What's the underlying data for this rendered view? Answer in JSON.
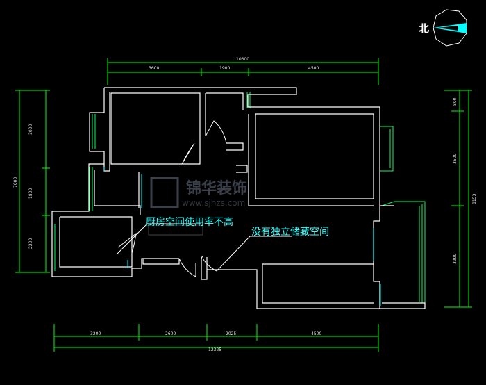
{
  "compass": {
    "label": "北",
    "icon": "north-arrow-icon"
  },
  "dimensions": {
    "top_total": "10300",
    "top_segments": [
      "3600",
      "1900",
      "4500"
    ],
    "bottom_segments": [
      "3200",
      "2600",
      "2025",
      "4500"
    ],
    "bottom_total": "12325",
    "left_total": "7000",
    "left_segments": [
      "3000",
      "1800",
      "2200"
    ],
    "right_total": "8153",
    "right_segments": [
      "800",
      "3600",
      "3900"
    ]
  },
  "annotations": {
    "kitchen_note": "厨房空间使用率不高",
    "storage_note": "没有独立储藏空间"
  },
  "watermark": {
    "text": "锦华装饰",
    "url": "www.sjhzs.com"
  },
  "colors": {
    "background": "#000000",
    "walls": "#ffffff",
    "windows": "#00ff66",
    "dimension_lines": "#00ff00",
    "annotation_text": "#33ffff",
    "compass": "#00ffff"
  }
}
